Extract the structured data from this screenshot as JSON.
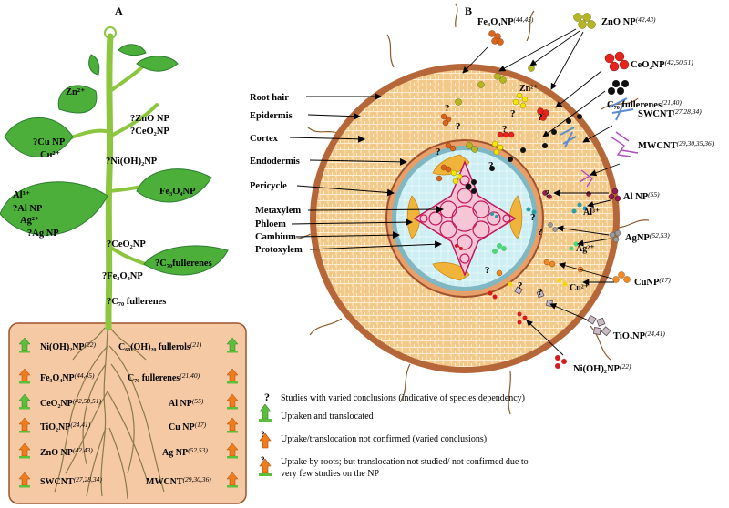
{
  "panel_a": {
    "label": "A",
    "plant_labels": [
      {
        "id": "zn-ion",
        "text": "Zn²⁺"
      },
      {
        "id": "zno-np",
        "text": "?ZnO NP"
      },
      {
        "id": "ceo2-np",
        "text": "?CeO₂NP"
      },
      {
        "id": "cu-np",
        "text": "?Cu NP"
      },
      {
        "id": "cu-ion",
        "text": "Cu²⁺"
      },
      {
        "id": "nioh2-np",
        "text": "?Ni(OH)₂NP"
      },
      {
        "id": "fe3o4-np",
        "text": "Fe₃O₄NP"
      },
      {
        "id": "al-ion",
        "text": "Al³⁺"
      },
      {
        "id": "al-np",
        "text": "?Al NP"
      },
      {
        "id": "ag-ion",
        "text": "Ag²⁺"
      },
      {
        "id": "ag-np",
        "text": "?Ag NP"
      },
      {
        "id": "ceo2-np-2",
        "text": "?CeO₂NP"
      },
      {
        "id": "c70-leaf",
        "text": "?C₇₀fullerenes"
      },
      {
        "id": "fe3o4-stem",
        "text": "?Fe₃O₄NP"
      },
      {
        "id": "c70-stem",
        "text": "?C₇₀ fullerenes"
      }
    ],
    "soil_left": [
      {
        "id": "soil-nioh2",
        "name": "Ni(OH)₂NP",
        "ref": "(22)"
      },
      {
        "id": "soil-fe3o4",
        "name": "Fe₃O₄NP",
        "ref": "(44,45)"
      },
      {
        "id": "soil-ceo2",
        "name": "CeO₂NP",
        "ref": "(42,50,51)"
      },
      {
        "id": "soil-tio2",
        "name": "TiO₂NP",
        "ref": "(24,41)"
      },
      {
        "id": "soil-zno",
        "name": "ZnO NP",
        "ref": "(42,43)"
      },
      {
        "id": "soil-swcnt",
        "name": "SWCNT",
        "ref": "(27,28,34)"
      }
    ],
    "soil_right": [
      {
        "id": "soil-c60",
        "name": "C₆₀(OH)₂₀ fullerols",
        "ref": "(21)"
      },
      {
        "id": "soil-c70",
        "name": "C₇₀ fullerenes",
        "ref": "(21,40)"
      },
      {
        "id": "soil-al",
        "name": "Al NP",
        "ref": "(55)"
      },
      {
        "id": "soil-cu",
        "name": "Cu NP",
        "ref": "(17)"
      },
      {
        "id": "soil-ag",
        "name": "Ag NP",
        "ref": "(52,53)"
      },
      {
        "id": "soil-mwcnt",
        "name": "MWCNT",
        "ref": "(29,30,36)"
      }
    ]
  },
  "panel_b": {
    "label": "B",
    "structure_labels": [
      "Root hair",
      "Epidermis",
      "Cortex",
      "Endodermis",
      "Pericycle",
      "Metaxylem",
      "Phloem",
      "Cambium",
      "Protoxylem"
    ],
    "np_labels": [
      {
        "id": "np-fe3o4",
        "name": "Fe₃O₄NP",
        "ref": "(44,45)"
      },
      {
        "id": "np-zno",
        "name": "ZnO NP",
        "ref": "(42,43)"
      },
      {
        "id": "np-ceo2",
        "name": "CeO₂NP",
        "ref": "(42,50,51)"
      },
      {
        "id": "np-c70",
        "name": "C₇₀ fullerenes",
        "ref": "(21,40)"
      },
      {
        "id": "np-swcnt",
        "name": "SWCNT",
        "ref": "(27,28,34)"
      },
      {
        "id": "np-mwcnt",
        "name": "MWCNT",
        "ref": "(29,30,35,36)"
      },
      {
        "id": "np-al",
        "name": "Al NP",
        "ref": "(55)"
      },
      {
        "id": "np-ag",
        "name": "AgNP",
        "ref": "(52,53)"
      },
      {
        "id": "np-cu",
        "name": "CuNP",
        "ref": "(17)"
      },
      {
        "id": "np-tio2",
        "name": "TiO₂NP",
        "ref": "(24,41)"
      },
      {
        "id": "np-nioh2",
        "name": "Ni(OH)₂NP",
        "ref": "(22)"
      }
    ],
    "ion_labels": [
      "Zn²⁺",
      "Al³⁺",
      "Ag²⁺",
      "Cu²⁺"
    ]
  },
  "legend": {
    "question": "?",
    "items": [
      "Studies with varied conclusions (indicative of species dependency)",
      "Uptaken and translocated",
      "Uptake/translocation not confirmed (varied conclusions)",
      "Uptake by roots; but translocation not studied/ not confirmed due to",
      "very few studies on the NP"
    ]
  },
  "colors": {
    "leaf": "#4caf3a",
    "stem": "#8cc63f",
    "soil": "#f5c9a4",
    "soil_border": "#a0522d",
    "cortex": "#f3c98a",
    "epidermis": "#b5673a",
    "stele": "#b7e3ea",
    "xylem": "#c2185b",
    "arrow_green": "#5bbf3a",
    "arrow_orange": "#f07c1b"
  }
}
